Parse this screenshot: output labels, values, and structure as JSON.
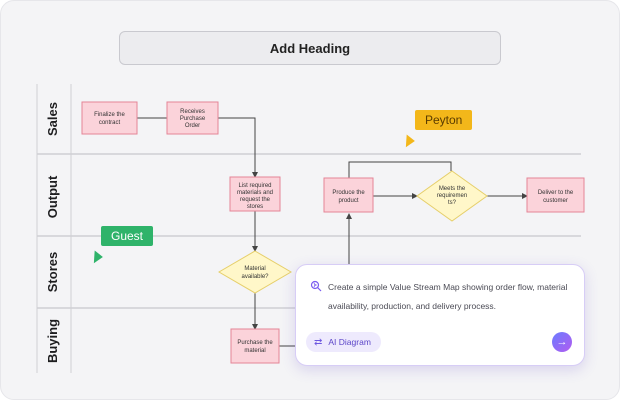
{
  "heading": "Add Heading",
  "lanes": [
    "Sales",
    "Output",
    "Stores",
    "Buying"
  ],
  "nodes": {
    "finalize": [
      "Finalize the",
      "contract"
    ],
    "receives": [
      "Receives",
      "Purchase",
      "Order"
    ],
    "list_required": [
      "List required",
      "materials and",
      "request the",
      "stores"
    ],
    "material_available": [
      "Material",
      "available?"
    ],
    "purchase_material": [
      "Purchase the",
      "material"
    ],
    "produce": [
      "Produce the",
      "product"
    ],
    "meets_requirements": [
      "Meets the",
      "requiremen",
      "ts?"
    ],
    "deliver": [
      "Deliver to the",
      "customer"
    ]
  },
  "cursors": {
    "guest": "Guest",
    "peyton": "Peyton"
  },
  "ai_panel": {
    "prompt": "Create a simple Value Stream Map showing order flow, material availability, production, and delivery process.",
    "chip_label": "AI Diagram",
    "icon_prompt": "sparkle-search-icon",
    "icon_chip": "shuffle-arrows-icon",
    "icon_send": "arrow-right-icon"
  },
  "colors": {
    "process_fill": "#fbd3da",
    "process_stroke": "#e58597",
    "decision_fill": "#fff7c9",
    "decision_stroke": "#e6cf6a",
    "guest": "#2fb36a",
    "peyton": "#f3b71a",
    "accent": "#7a5cf0"
  }
}
